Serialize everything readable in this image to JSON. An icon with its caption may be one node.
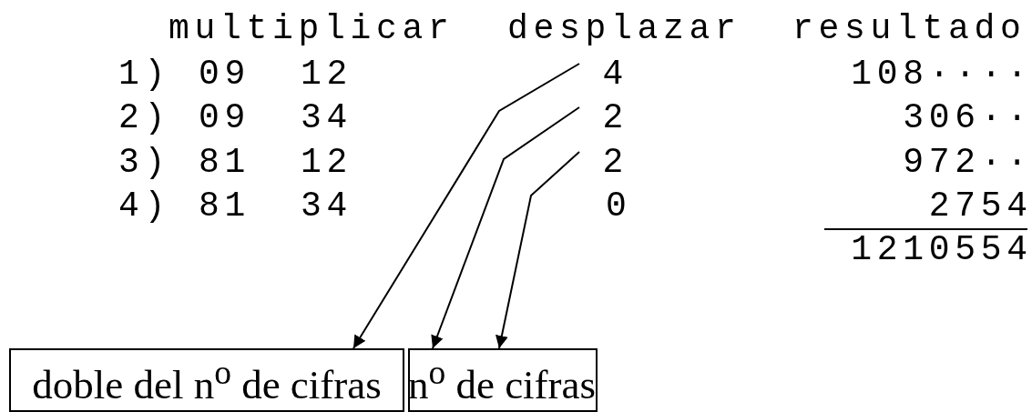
{
  "diagram": {
    "nodes": [
      {
        "text": [
          "4"
        ]
      },
      {
        "text": [
          "2"
        ]
      },
      {
        "text": [
          "2"
        ]
      },
      {
        "text": [
          "doble del n$^{o}$ de cifras"
        ]
      },
      {
        "text": [
          "n$^{o}$ de cifras"
        ]
      }
    ],
    "edges": [
      {
        "from": 0,
        "to": 3,
        "arrow": "to"
      },
      {
        "from": 1,
        "to": 4,
        "arrow": "to"
      },
      {
        "from": 2,
        "to": 4,
        "arrow": "to"
      }
    ],
    "labels": [
      "multiplicar",
      "desplazar",
      "resultado",
      "1)",
      "09",
      "12",
      "108····",
      "2)",
      "09",
      "34",
      "306··",
      "3)",
      "81",
      "12",
      "972··",
      "4)",
      "81",
      "34",
      "0",
      "2754",
      "1210554"
    ]
  }
}
